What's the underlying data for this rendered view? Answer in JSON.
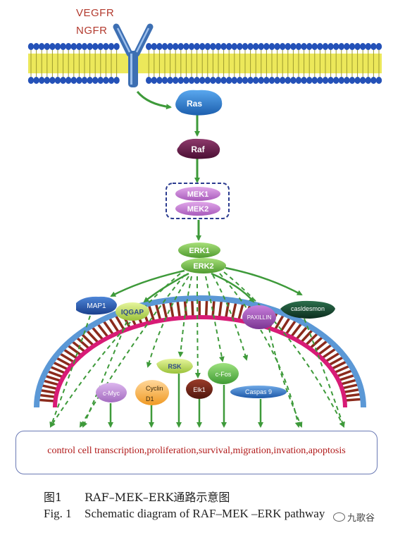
{
  "receptors": [
    "VEGFR",
    "NGFR"
  ],
  "nodes": {
    "ras": "Ras",
    "raf": "Raf",
    "mek1": "MEK1",
    "mek2": "MEK2",
    "erk1": "ERK1",
    "erk2": "ERK2",
    "map1": "MAP1",
    "iqgap": "IQGAP",
    "paxillin": "PAXILLIN",
    "caldesmon": "casldesmon",
    "cmyc": "c-Myc",
    "cyclin_line1": "Cyclin",
    "cyclin_line2": "D1",
    "rsk": "RSK",
    "elk1": "Elk1",
    "cfos": "c-Fos",
    "caspase9": "Caspas 9"
  },
  "outcome": "control cell transcription,proliferation,survival,migration,invation,apoptosis",
  "caption": {
    "cn_number": "图1",
    "cn_title": "RAF–MEK–ERK通路示意图",
    "en_number": "Fig. 1",
    "en_title": "Schematic diagram of RAF–MEK –ERK pathway"
  },
  "watermark": "九歌谷",
  "colors": {
    "membrane_head": "#2451b8",
    "membrane_tail": "#e9e64a",
    "arrow": "#3e9a3a",
    "nuclear_outer": "#5b98d6",
    "nuclear_inner": "#d81b76",
    "nuclear_spokes": "#8b2a1c",
    "ras": "#2f7fd1",
    "raf": "#6a1a4a",
    "mek": "#c07ad0",
    "erk": "#7cc94a",
    "outcome_text": "#b01818"
  }
}
